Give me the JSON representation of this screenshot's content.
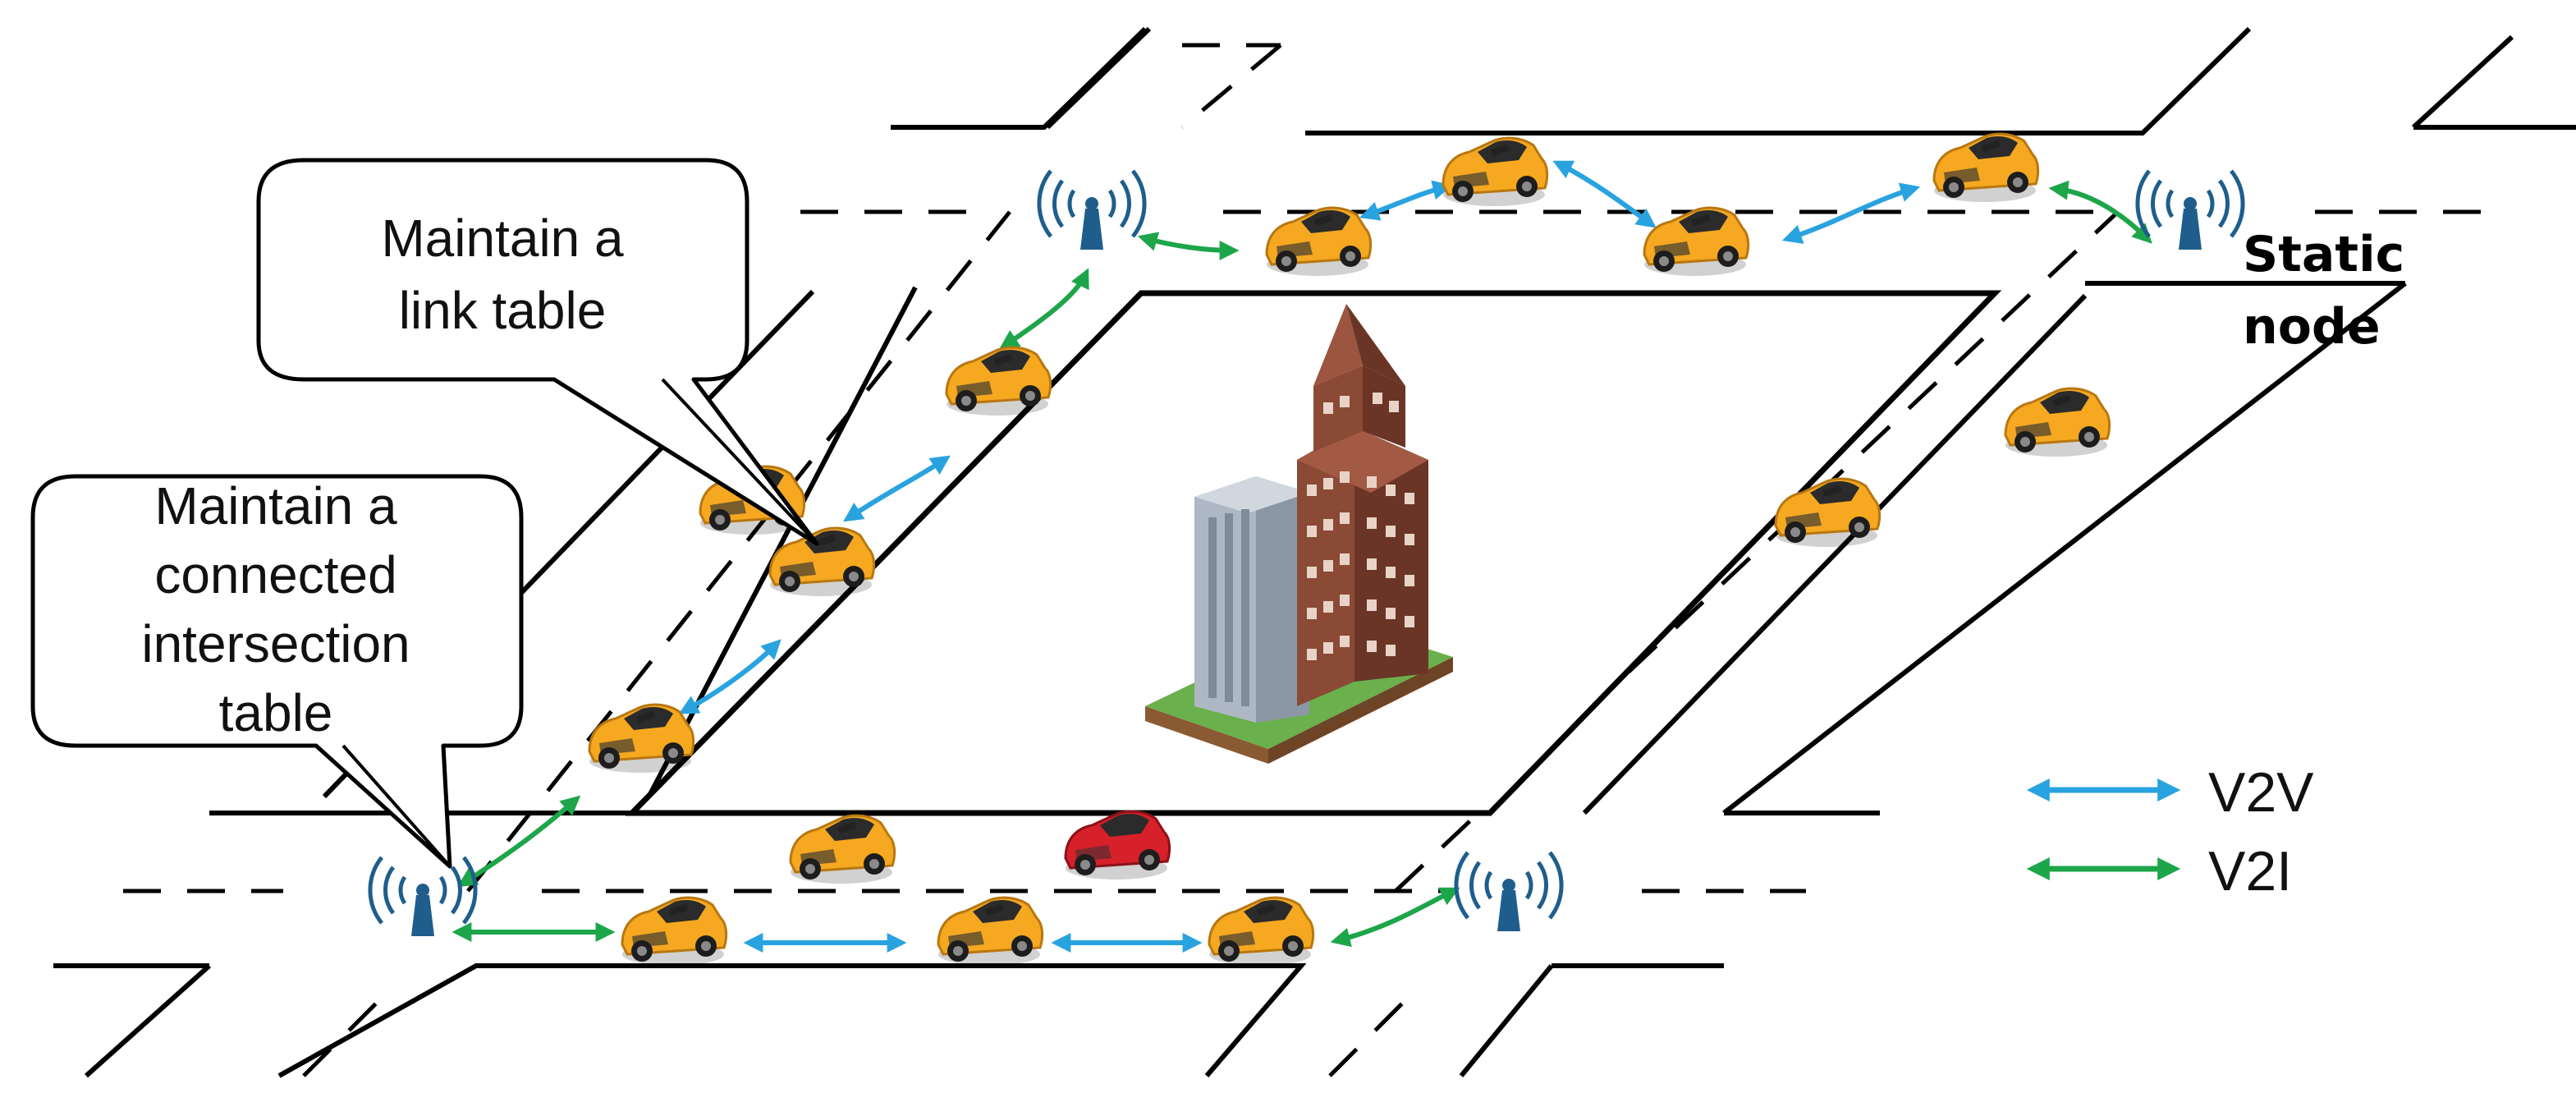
{
  "callouts": {
    "link_table": [
      "Maintain a",
      "link table"
    ],
    "intersection_table": [
      "Maintain a",
      "connected",
      "intersection",
      "table"
    ]
  },
  "static_node_label": [
    "Static",
    "node"
  ],
  "legend": {
    "v2v": {
      "label": "V2V",
      "color": "#29a3e0"
    },
    "v2i": {
      "label": "V2I",
      "color": "#1da54a"
    }
  },
  "colors": {
    "taxi": "#f5a820",
    "red_car": "#d6202a",
    "tower": "#1f5e8c",
    "building_brown": "#8a4a36",
    "building_gray": "#aeb8c4",
    "grass": "#6ab04c"
  },
  "icons": [
    "car-icon",
    "police-car-icon",
    "radio-tower-icon",
    "building-icon",
    "skyscraper-icon"
  ]
}
